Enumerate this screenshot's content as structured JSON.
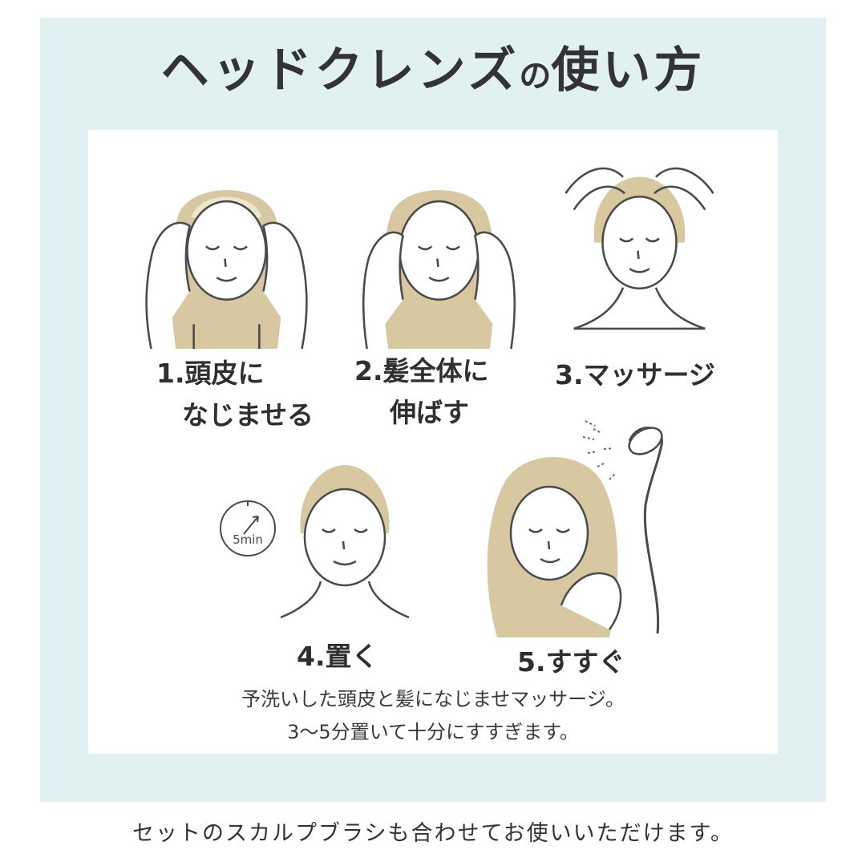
{
  "title": {
    "main": "ヘッドクレンズ",
    "particle": "の",
    "end": "使い方"
  },
  "steps": [
    {
      "line1": "1.頭皮に",
      "line2": "なじませる"
    },
    {
      "line1": "2.髪全体に",
      "line2": "伸ばす"
    },
    {
      "line1": "3.マッサージ"
    },
    {
      "line1": "4.置く"
    },
    {
      "line1": "5.すすぐ"
    }
  ],
  "timer": {
    "label": "5min"
  },
  "description": {
    "line1": "予洗いした頭皮と髪になじませマッサージ。",
    "line2": "3～5分置いて十分にすすぎます。"
  },
  "footer": "セットのスカルプブラシも合わせてお使いいただけます。",
  "colors": {
    "panel": "#e1f0f0",
    "hair": "#d8c8a2",
    "line": "#4a4a4a"
  },
  "icons": [
    "hands-applying-icon",
    "hands-spreading-icon",
    "massage-hands-icon",
    "timer-icon",
    "shower-icon"
  ]
}
